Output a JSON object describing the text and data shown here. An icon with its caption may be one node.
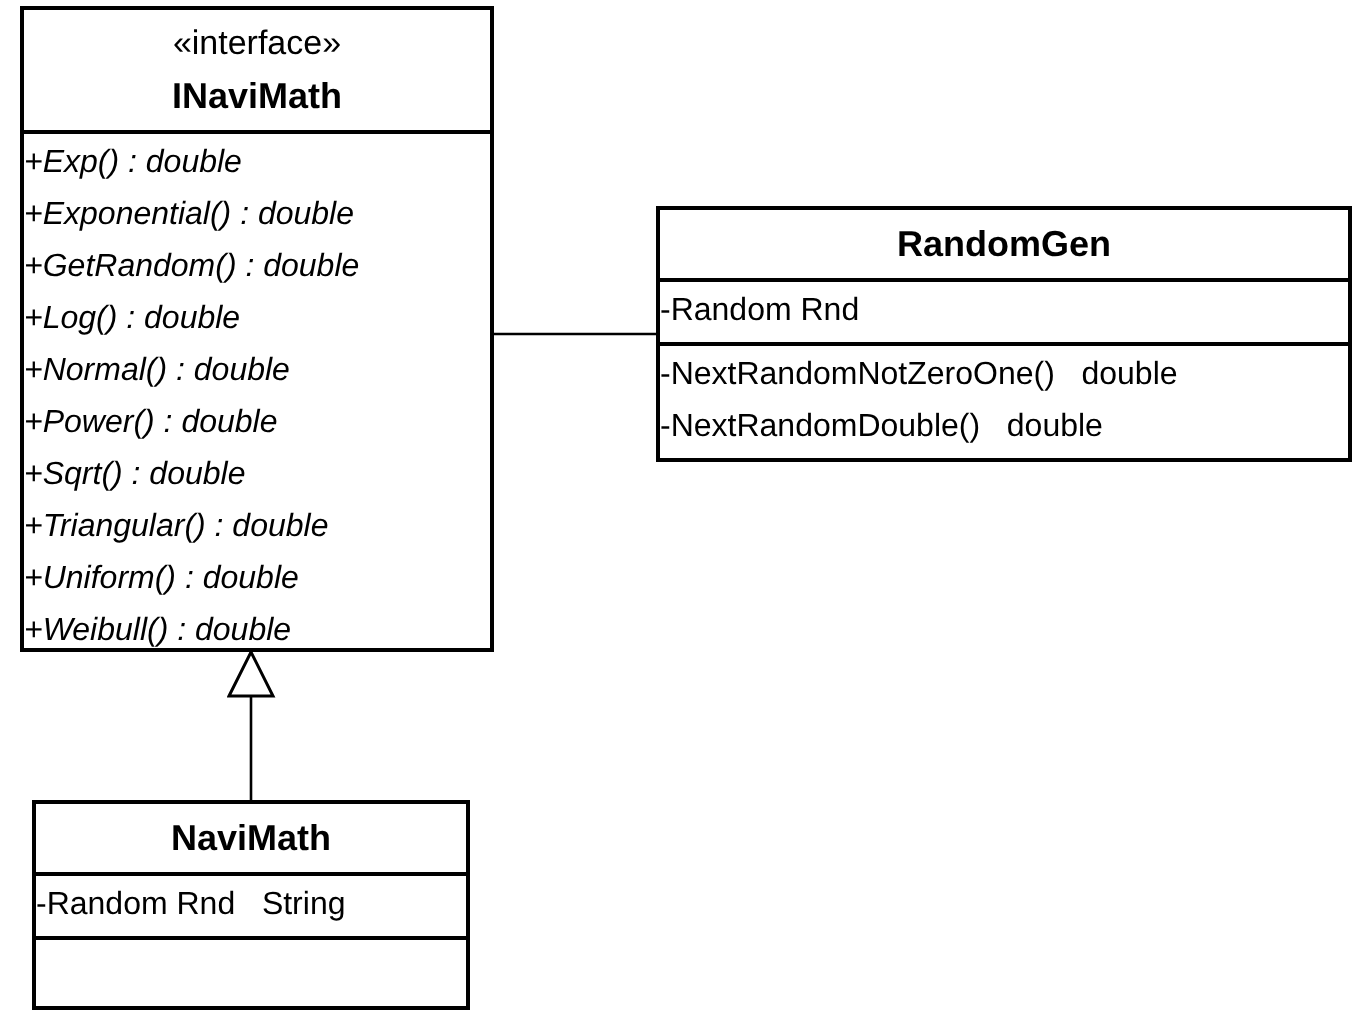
{
  "diagram": {
    "nodes": [
      {
        "text": [
          "«interface»",
          "INaviMath",
          "+Exp() : double",
          "+Exponential() : double",
          "+GetRandom() : double",
          "+Log() : double",
          "+Normal() : double",
          "+Power() : double",
          "+Sqrt() : double",
          "+Triangular() : double",
          "+Uniform() : double",
          "+Weibull() : double"
        ]
      },
      {
        "text": [
          "RandomGen",
          "-Random Rnd",
          "-NextRandomNotZeroOne()   double",
          "-NextRandomDouble()   double"
        ]
      },
      {
        "text": [
          "NaviMath",
          "-Random Rnd   String"
        ]
      }
    ],
    "edges": [
      {
        "from": 2,
        "to": 0,
        "arrow": "to"
      },
      {
        "from": 0,
        "to": 1,
        "arrow": "none"
      }
    ]
  }
}
